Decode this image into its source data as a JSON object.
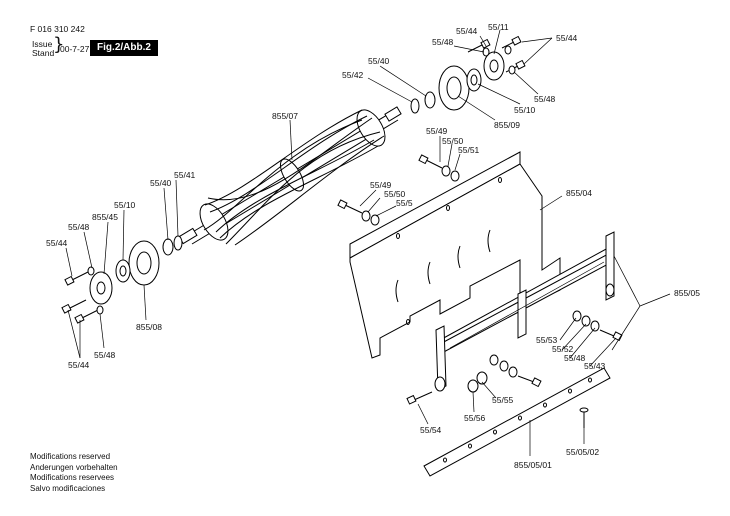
{
  "header": {
    "doc_id": "F 016 310 242",
    "issue_label": "Issue",
    "stand_label": "Stand",
    "date": "00-7-27",
    "figure": "Fig.2/Abb.2"
  },
  "notes": [
    "Modifications reserved",
    "Anderungen vorbehalten",
    "Modifications reservees",
    "Salvo modificaciones"
  ],
  "labels": {
    "c55_44_top": "55/44",
    "c55_11": "55/11",
    "c55_44_right": "55/44",
    "c55_48_top": "55/48",
    "c55_40_top": "55/40",
    "c55_42": "55/42",
    "c55_48_right": "55/48",
    "c55_10_right": "55/10",
    "c855_09": "855/09",
    "c855_07": "855/07",
    "c55_49_a": "55/49",
    "c55_50_a": "55/50",
    "c55_51": "55/51",
    "c855_04": "855/04",
    "c55_49_b": "55/49",
    "c55_50_b": "55/50",
    "c55_5": "55/5",
    "c55_40_left": "55/40",
    "c55_41": "55/41",
    "c55_10_left": "55/10",
    "c855_45": "855/45",
    "c55_48_left": "55/48",
    "c55_44_left": "55/44",
    "c855_08": "855/08",
    "c55_48_bottom": "55/48",
    "c55_44_bottom": "55/44",
    "c855_05": "855/05",
    "c55_53": "55/53",
    "c55_52": "55/52",
    "c55_48_mid": "55/48",
    "c55_43": "55/43",
    "c55_55": "55/55",
    "c55_54": "55/54",
    "c55_56": "55/56",
    "c855_05_01": "855/05/01",
    "c55_05_02": "55/05/02"
  }
}
